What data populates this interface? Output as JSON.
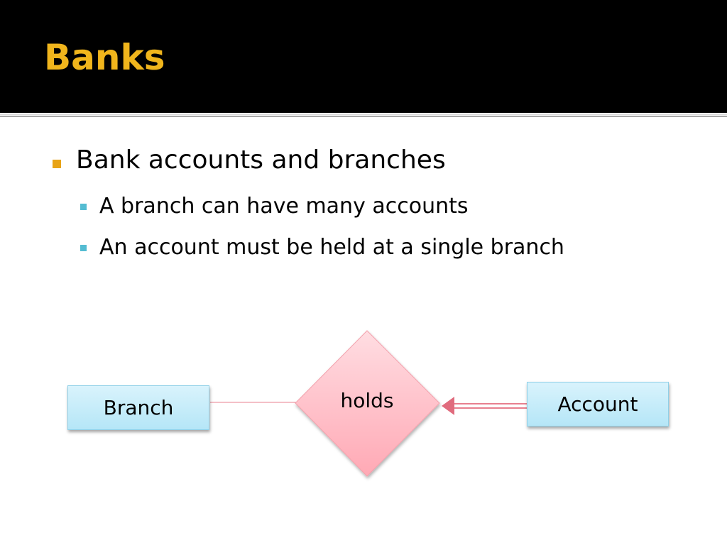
{
  "slide": {
    "title": "Banks"
  },
  "bullets": {
    "main": "Bank accounts and branches",
    "sub": [
      "A branch can have many accounts",
      "An account must be held at a single branch"
    ]
  },
  "diagram": {
    "entities": {
      "branch": "Branch",
      "account": "Account"
    },
    "relationship": "holds"
  },
  "colors": {
    "header_bg": "#000000",
    "title": "#f0b51c",
    "bullet_main": "#e8a417",
    "bullet_sub": "#54bcd2",
    "entity_fill": "#c6ecf9",
    "relationship_fill": "#ffb8c2",
    "connector": "#e8808f"
  }
}
